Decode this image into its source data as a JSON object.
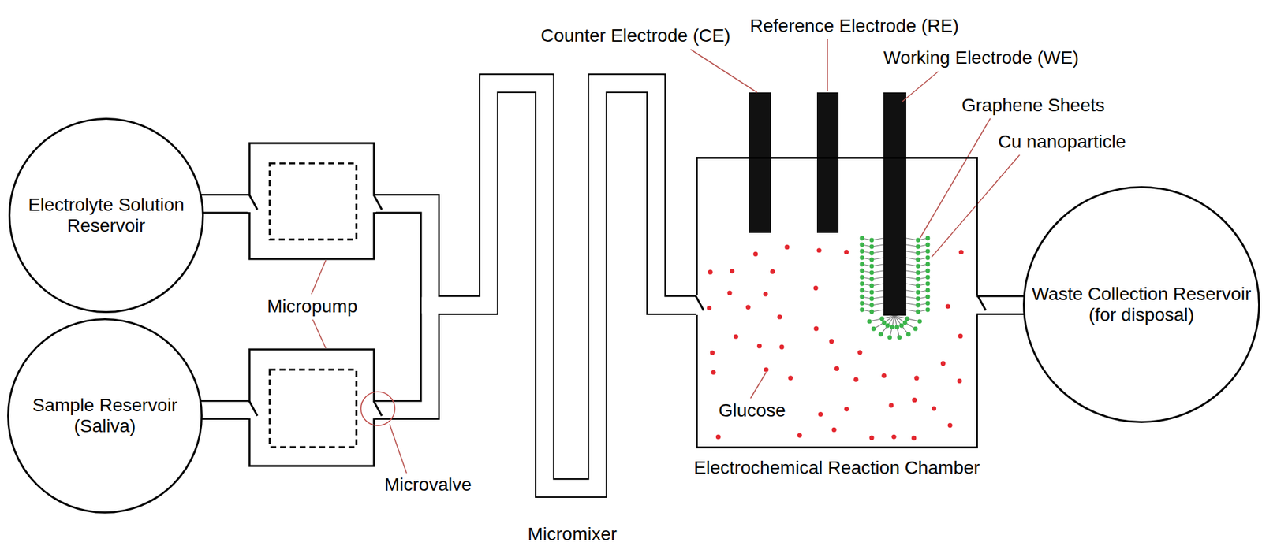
{
  "diagram": {
    "nodes": [
      {
        "text": [
          "Electrolyte Solution Reservoir"
        ]
      },
      {
        "text": [
          "Sample Reservoir (Saliva)"
        ]
      },
      {
        "text": [
          "Electrochemical Reaction Chamber"
        ]
      },
      {
        "text": [
          "Waste Collection Reservoir (for disposal)"
        ]
      }
    ],
    "edges": [
      {
        "from": 0,
        "to": 2,
        "arrow": "none"
      },
      {
        "from": 1,
        "to": 2,
        "arrow": "none"
      },
      {
        "from": 2,
        "to": 3,
        "arrow": "none"
      }
    ],
    "labels": [
      "Counter Electrode (CE)",
      "Reference Electrode (RE)",
      "Working Electrode (WE)",
      "Graphene Sheets",
      "Cu nanoparticle",
      "Micropump",
      "Microvalve",
      "Micromixer",
      "Glucose"
    ]
  }
}
